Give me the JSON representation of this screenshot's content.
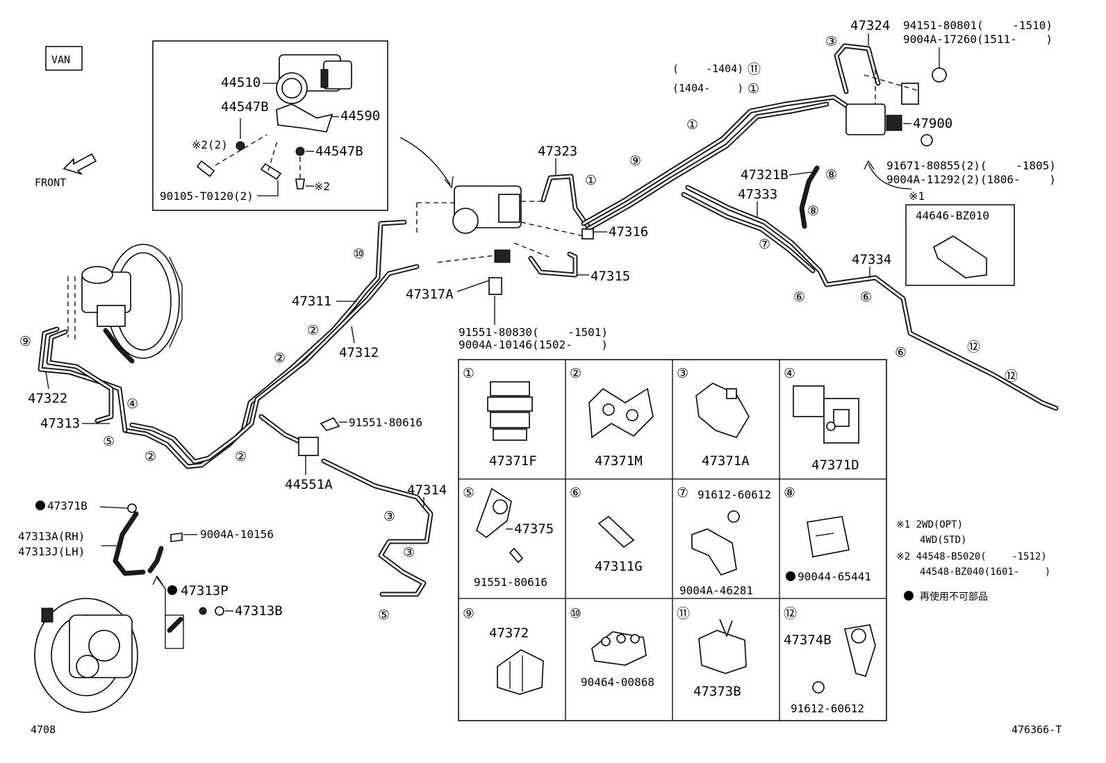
{
  "labels": {
    "van": "VAN",
    "front": "FRONT",
    "fig_no": "4708",
    "diagram_id": "476366-T",
    "p44510": "44510",
    "p44547b_a": "44547B",
    "p44590": "44590",
    "p44547b_b": "44547B",
    "note2_2": "※2(2)",
    "note2": "※2",
    "p90105": "90105-T0120(2)",
    "p47323": "47323",
    "p47316": "47316",
    "p47315": "47315",
    "p47317a": "47317A",
    "p47311": "47311",
    "p47312": "47312",
    "p91551_80830": "91551-80830(　　 -1501)",
    "p9004a_10146": "9004A-10146(1502-　　 )",
    "p47322": "47322",
    "p47313": "47313",
    "p91551_80616": "91551-80616",
    "p44551a": "44551A",
    "p47314": "47314",
    "p47371b": "47371B",
    "p47313a": "47313A(RH)",
    "p47313j": "47313J(LH)",
    "p9004a_10156": "9004A-10156",
    "p47313p": "47313P",
    "p47313b": "47313B",
    "p47324": "47324",
    "p94151": "94151-80801(　　 -1510)",
    "p9004a_17260": "9004A-17260(1511-　　 )",
    "clip_1404a": "(　　 -1404)",
    "clip_1404b": "(1404-　　 )",
    "p47900": "47900",
    "p91671": "91671-80855(2)(　　 -1805)",
    "p9004a_11292": "9004A-11292(2)(1806-　　 )",
    "note1": "※1",
    "p44646": "44646-BZ010",
    "p47321b": "47321B",
    "p47333": "47333",
    "p47334": "47334",
    "cell1": "47371F",
    "cell2": "47371M",
    "cell3": "47371A",
    "cell4": "47371D",
    "cell5a": "47375",
    "cell5b": "91551-80616",
    "cell6": "47311G",
    "cell7a": "91612-60612",
    "cell7b": "9004A-46281",
    "cell8": "90044-65441",
    "cell9": "47372",
    "cell10": "90464-00868",
    "cell11": "47373B",
    "cell12a": "47374B",
    "cell12b": "91612-60612",
    "legend1a": "※1  2WD(OPT)",
    "legend1b": "4WD(STD)",
    "legend2a": "※2  44548-B5020(　　 -1512)",
    "legend2b": "44548-BZ040(1601-　　 )",
    "legend3": "再使用不可部品"
  },
  "circled": [
    "①",
    "②",
    "③",
    "④",
    "⑤",
    "⑥",
    "⑦",
    "⑧",
    "⑨",
    "⑩",
    "⑪",
    "⑫"
  ]
}
